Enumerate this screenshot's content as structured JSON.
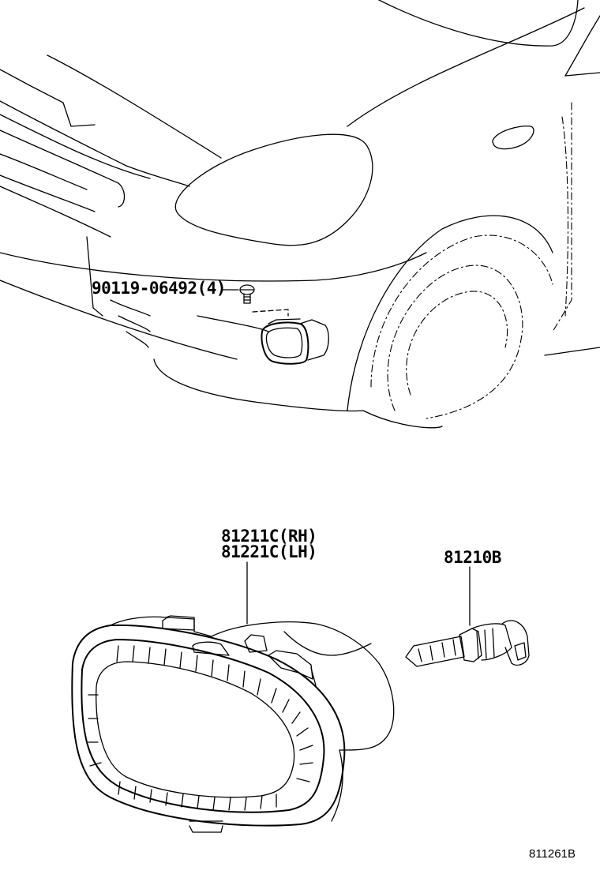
{
  "callouts": {
    "bolt": "90119-06492(4)",
    "lamp_rh": "81211C(RH)",
    "lamp_lh": "81221C(LH)",
    "bulb": "81210B"
  },
  "illustration_code": "811261B"
}
